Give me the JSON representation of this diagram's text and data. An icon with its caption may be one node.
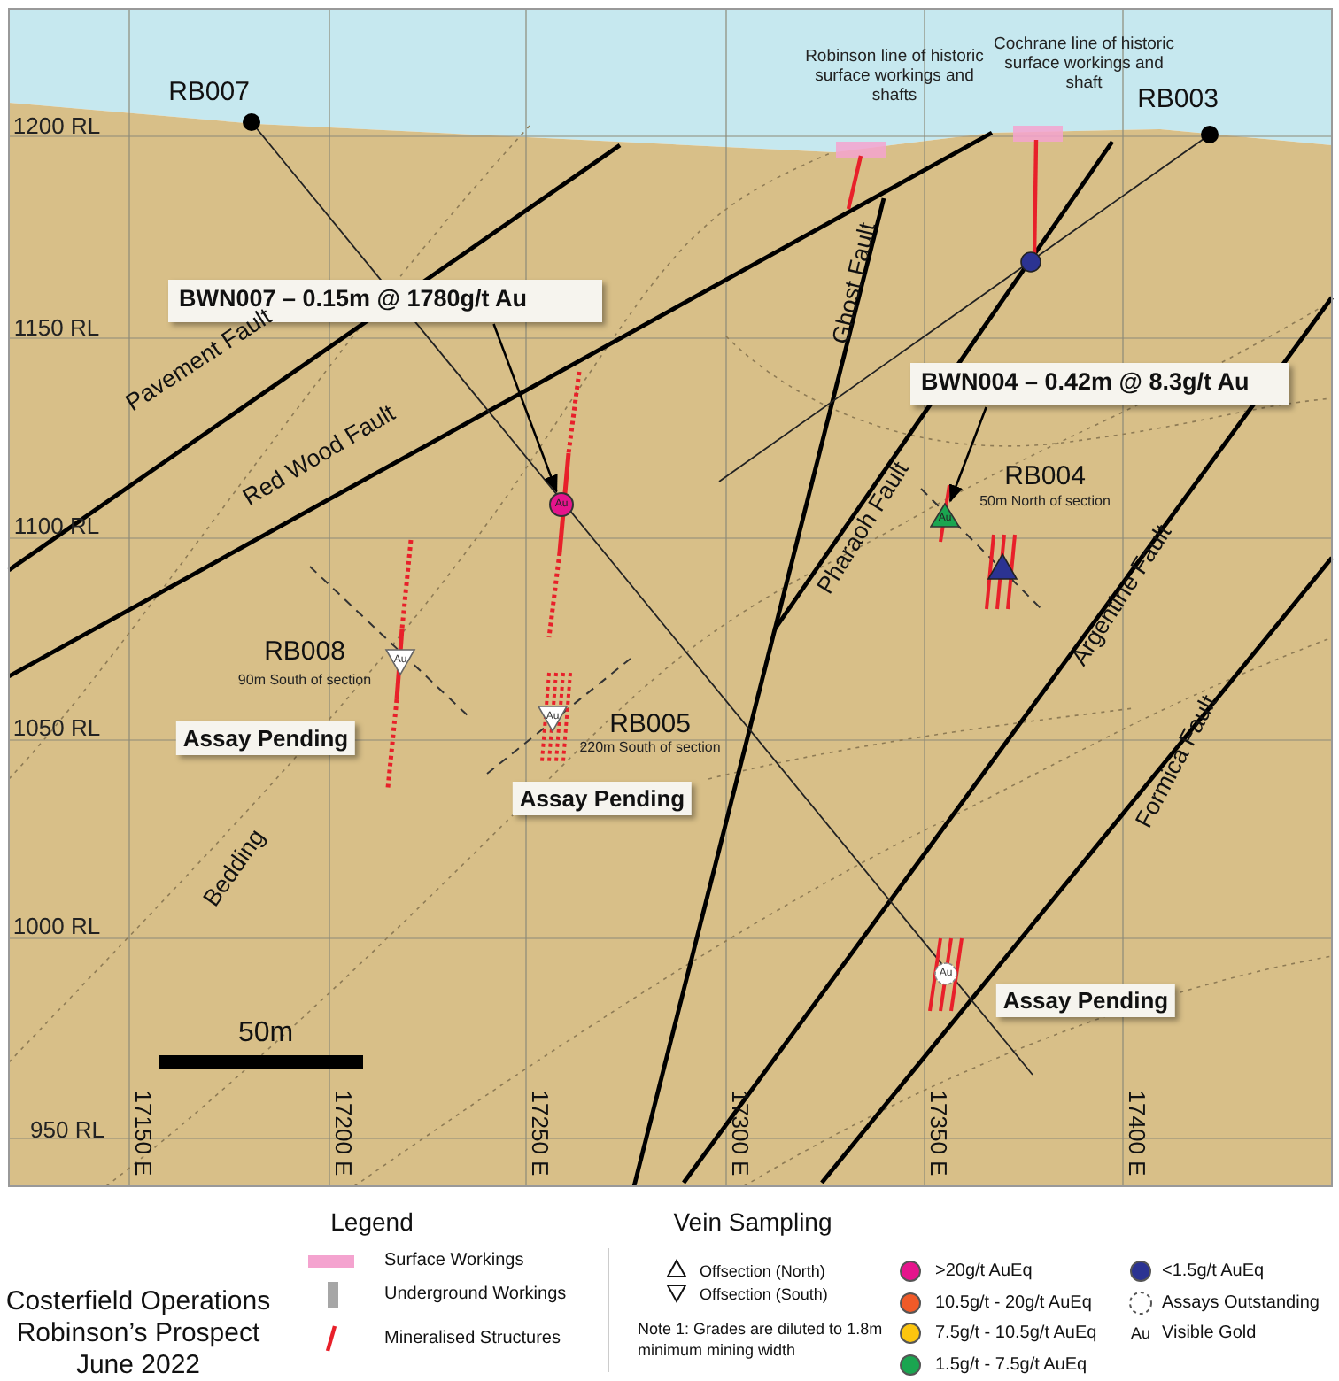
{
  "diagram": {
    "title": "Costerfield Operations",
    "nodes": [
      {
        "text": [
          "BWN007 – 0.15m @ 1780g/t Au"
        ]
      },
      {
        "text": [
          "Au"
        ]
      },
      {
        "text": [
          "BWN004 – 0.42m @ 8.3g/t Au"
        ]
      },
      {
        "text": [
          "Au"
        ]
      }
    ],
    "edges": [
      {
        "from": 0,
        "to": 1,
        "arrow": "to"
      },
      {
        "from": 2,
        "to": 3,
        "arrow": "to"
      }
    ],
    "labels": [
      "Robinson line of historic surface workings and shafts",
      "Cochrane line of historic surface workings and shaft",
      "RB007",
      "RB003",
      "1200 RL",
      "1150 RL",
      "Pavement Fault",
      "Ghost Fault",
      "Red Wood Fault",
      "Pharaoh Fault",
      "RB004",
      "50m North of section",
      "1100 RL",
      "Argentine Fault",
      "RB008",
      "90m South of section",
      "Au",
      "1050 RL",
      "Assay Pending",
      "RB005",
      "220m South of section",
      "Au",
      "Assay Pending",
      "Formica Fault",
      "Bedding",
      "1000 RL",
      "Au",
      "Assay Pending",
      "50m",
      "950 RL",
      "17150 E",
      "17200 E",
      "17250 E",
      "17300 E",
      "17350 E",
      "17400 E",
      "Legend",
      "Vein Sampling",
      "Offsection (North)",
      "Offsection (South)",
      "Note 1: Grades are diluted to 1.8m minimum mining width",
      "Au",
      "Robinson’s Prospect",
      "June 2022"
    ],
    "legend": [
      {
        "text": "Surface Workings",
        "color": "#f4a3cf"
      },
      {
        "text": "Underground Workings",
        "color": "#a6a6a6"
      },
      {
        "text": "Mineralised Structures"
      },
      {
        "text": ">20g/t AuEq",
        "color": "#e5148c"
      },
      {
        "text": "10.5g/t - 20g/t AuEq",
        "color": "#f05a28"
      },
      {
        "text": "7.5g/t - 10.5g/t AuEq",
        "color": "#fcc50f"
      },
      {
        "text": "1.5g/t - 7.5g/t AuEq",
        "color": "#1aa550"
      },
      {
        "text": "<1.5g/t AuEq",
        "color": "#2b3392"
      },
      {
        "text": "Assays Outstanding"
      },
      {
        "text": "Visible Gold"
      }
    ]
  }
}
